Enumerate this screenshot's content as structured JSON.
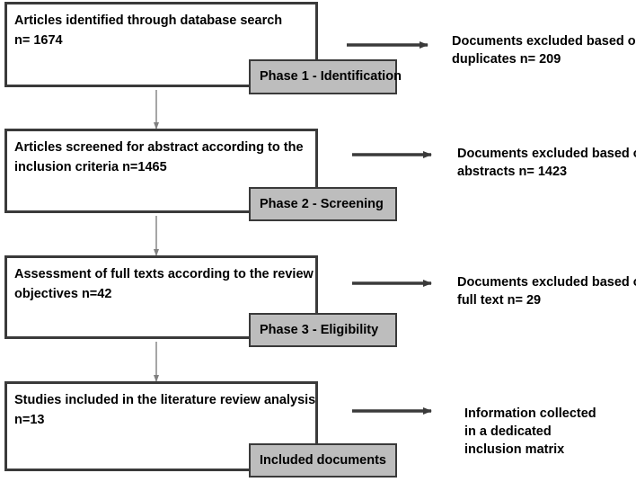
{
  "stages": [
    {
      "lines": [
        "Articles identified through database search",
        "n= 1674"
      ],
      "phase": "Phase 1 - Identification",
      "result_lines": [
        "Documents excluded based on",
        "duplicates n= 209"
      ]
    },
    {
      "lines": [
        "Articles screened for abstract according to the",
        "inclusion criteria n=1465"
      ],
      "phase": "Phase 2 - Screening",
      "result_lines": [
        "Documents excluded based on",
        "abstracts n= 1423"
      ]
    },
    {
      "lines": [
        "Assessment of full texts according to the review",
        "objectives n=42"
      ],
      "phase": "Phase 3 - Eligibility",
      "result_lines": [
        "Documents excluded based on",
        "full text n= 29"
      ]
    },
    {
      "lines": [
        "Studies included in the literature review analysis",
        "n=13"
      ],
      "phase": "Included documents",
      "result_lines": [
        "Information collected",
        "in a dedicated",
        "inclusion matrix"
      ]
    }
  ],
  "colors": {
    "box_border": "#3a3a3a",
    "phase_fill": "#bdbdbd",
    "arrow": "#3a3a3a",
    "connector": "#7f7f7f"
  }
}
